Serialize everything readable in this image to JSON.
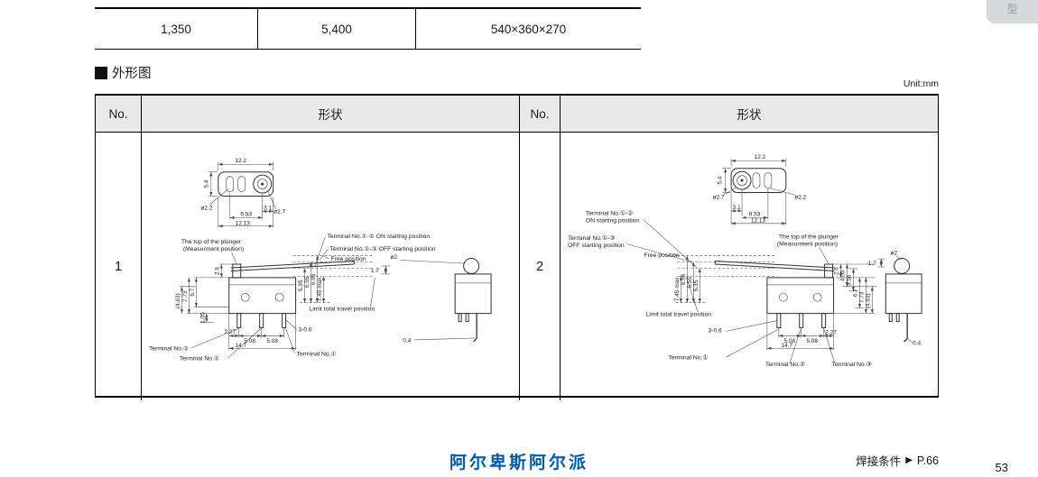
{
  "corner_tab": {
    "label": "型"
  },
  "spec_table": {
    "cells": [
      "1,350",
      "5,400",
      "540×360×270"
    ]
  },
  "section": {
    "title": "外形图",
    "unit": "Unit:mm"
  },
  "outline_table": {
    "headers": [
      "No.",
      "形状",
      "No.",
      "形状"
    ],
    "row_numbers": [
      "1",
      "2"
    ]
  },
  "d1": {
    "dim_12_2": "12.2",
    "dim_5_4": "5.4",
    "dia_2_2": "ø2.2",
    "dia_2_7": "ø2.7",
    "dim_9_53": "9.53",
    "dim_3_1": "3.1",
    "dim_12_13": "12.13",
    "plunger_line1": "The top of the plunger",
    "plunger_line2": "(Measurment position)",
    "on_pos": "Terminal No.①-② ON starting position",
    "off_pos": "Terminal No.①-③ OFF starting position",
    "free_pos": "Free position",
    "limit_pos": "Limit total travel position",
    "pos_5_35": "5.35",
    "pos_6_55": "6.55",
    "pos_6_95": "6.95",
    "pos_7_45": "7.45 max",
    "dim_2_6": "2.6",
    "dim_6_7": "6.7",
    "dim_7_73": "7.73",
    "dim_4_63": "(4.63)",
    "dim_1_05": "1.05",
    "dim_2_27": "2.27",
    "dim_5_08a": "5.08",
    "dim_5_08b": "5.08",
    "dim_14_7": "14.7",
    "dim_3_06": "3-0.6",
    "terminal_1": "Terminal No.①",
    "terminal_2": "Terminal No.②",
    "terminal_3": "Terminal No.③",
    "dia_2": "ø2",
    "dim_1_7": "1.7",
    "dim_0_4": "0.4"
  },
  "d2": {
    "dim_12_2": "12.2",
    "dim_5_4": "5.4",
    "dia_2_7": "ø2.7",
    "dia_2_2": "ø2.2",
    "dim_3_1": "3.1",
    "dim_9_53": "9.53",
    "dim_12_13": "12.13",
    "on_pos_line1": "Terminal No.①-②",
    "on_pos_line2": "ON starting position",
    "off_pos_line1": "Terminal No.①-③",
    "off_pos_line2": "OFF starting position",
    "free_pos": "Free position",
    "plunger_line1": "The top of the plunger",
    "plunger_line2": "(Measurment position)",
    "limit_pos": "Limit total travel position",
    "pos_7_45": "7.45 max",
    "pos_6_95": "6.95",
    "pos_6_55": "6.55",
    "pos_5_35": "5.35",
    "dim_2_6": "2.6",
    "dim_4_05": "4.05",
    "dim_3_56": "3.56",
    "dim_6_7": "6.7",
    "dim_7_73": "7.73",
    "dim_4_63": "(4.63)",
    "dim_3_06": "3-0.6",
    "dim_5_08a": "5.08",
    "dim_5_08b": "5.08",
    "dim_14_7": "14.7",
    "dim_2_27": "2.27",
    "terminal_1": "Terminal No.①",
    "terminal_2": "Terminal No.②",
    "terminal_3": "Terminal No.③",
    "dia_2": "ø2",
    "dim_1_7": "1.7",
    "dim_0_4": "0.4"
  },
  "footer": {
    "brand": "阿尔卑斯阿尔派",
    "weld_label": "焊接条件",
    "weld_arrow": "▶",
    "weld_page": "P.66",
    "page_number": "53"
  }
}
